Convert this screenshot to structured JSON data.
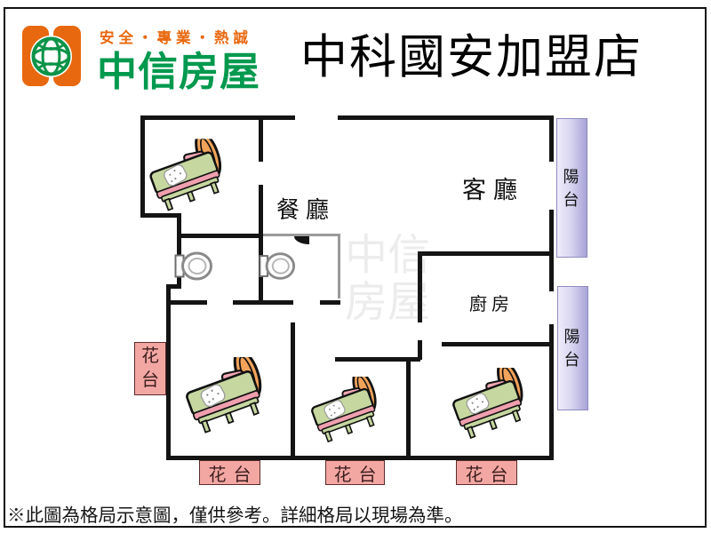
{
  "header": {
    "slogan": "安全・專業・熱誠",
    "brand": "中信房屋",
    "title": "中科國安加盟店"
  },
  "plan": {
    "rooms": {
      "dining": "餐廳",
      "living": "客廳",
      "kitchen": "廚房"
    },
    "balconies": [
      "陽台",
      "陽台"
    ],
    "flowers": [
      "花台",
      "花台",
      "花台",
      "花台"
    ],
    "watermark": "中信房屋"
  },
  "footer": {
    "note": "※此圖為格局示意圖，僅供參考。詳細格局以現場為準。"
  },
  "colors": {
    "brand_orange": "#e8680f",
    "brand_green": "#00994e",
    "balcony_purple": "#a7a3d7",
    "flower_pink": "#f3a7a3",
    "wall_black": "#141414",
    "wall_gray": "#9a9a9a"
  }
}
